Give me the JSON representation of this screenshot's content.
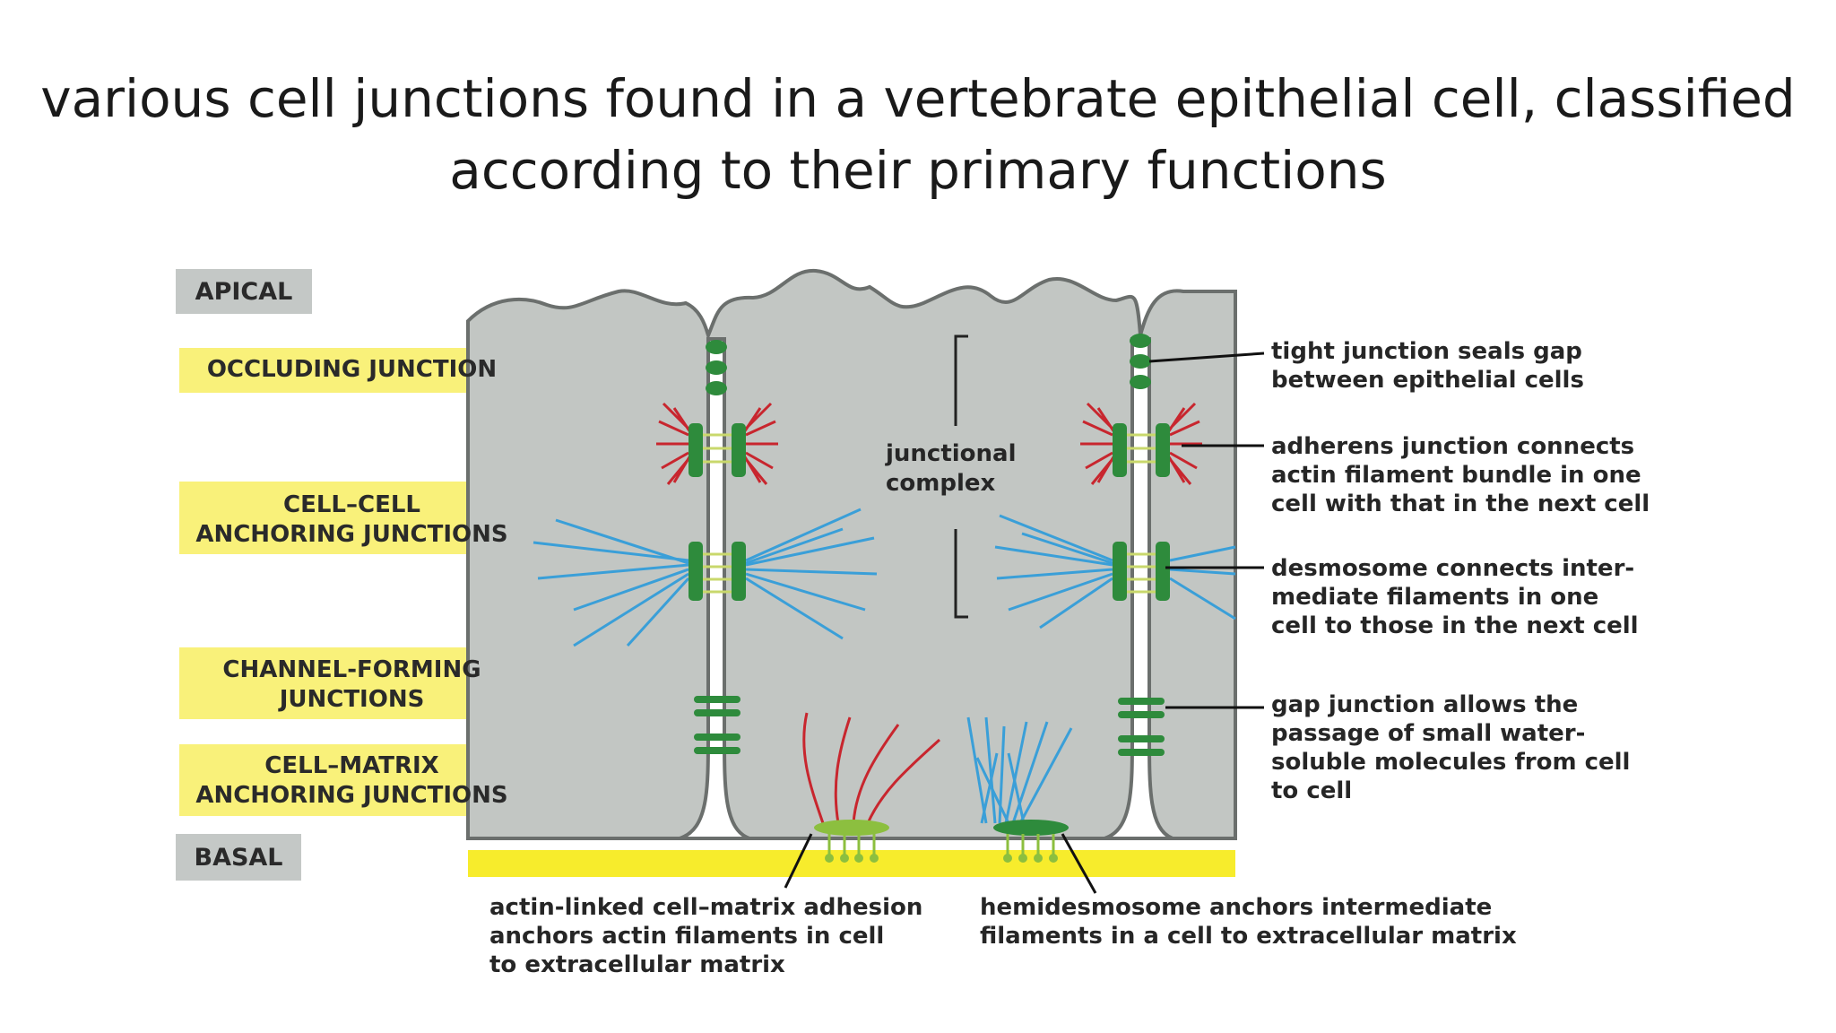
{
  "title": {
    "line1": "various cell junctions found in a vertebrate epithelial cell, classified",
    "line2": "according to their primary functions"
  },
  "regions": {
    "apical": "APICAL",
    "basal": "BASAL"
  },
  "categories": {
    "occluding": "OCCLUDING JUNCTION",
    "cell_cell_line1": "CELL–CELL",
    "cell_cell_line2": "ANCHORING JUNCTIONS",
    "channel_line1": "CHANNEL-FORMING",
    "channel_line2": "JUNCTIONS",
    "cell_matrix_line1": "CELL–MATRIX",
    "cell_matrix_line2": "ANCHORING JUNCTIONS"
  },
  "junctional_complex": {
    "line1": "junctional",
    "line2": "complex"
  },
  "annotations": {
    "tight": [
      "tight junction seals gap",
      "between epithelial cells"
    ],
    "adherens": [
      "adherens junction connects",
      "actin filament bundle in one",
      "cell with that in the next cell"
    ],
    "desmosome": [
      "desmosome connects inter-",
      "mediate filaments in one",
      "cell to those in the next cell"
    ],
    "gap": [
      "gap junction allows the",
      "passage of small water-",
      "soluble molecules from cell",
      "to cell"
    ],
    "actin_matrix": [
      "actin-linked cell–matrix adhesion",
      "anchors actin filaments in cell",
      "to extracellular matrix"
    ],
    "hemidesmosome": [
      "hemidesmosome anchors intermediate",
      "filaments in a cell to extracellular matrix"
    ]
  },
  "colors": {
    "cell_gray": "#c2c6c3",
    "outline": "#6b6f6d",
    "junction_green": "#2e8b3c",
    "actin_red": "#c8262e",
    "filament_blue": "#3a9fd8",
    "matrix_yellow": "#f7ec2c",
    "callout_yellow": "#f9f17a",
    "label_bg": "#c4c8c6"
  }
}
